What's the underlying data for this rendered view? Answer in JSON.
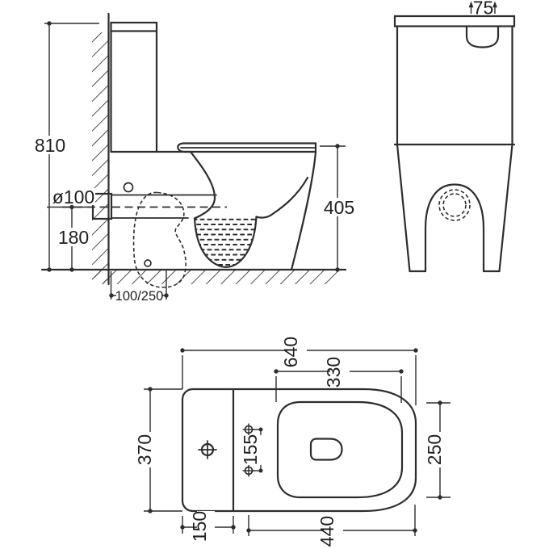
{
  "side_view": {
    "overall_height": "810",
    "outlet_diameter": "ø100",
    "outlet_center_height": "180",
    "outlet_setout": "100/250",
    "rim_height": "405"
  },
  "front_view": {
    "flush_slot_width": "75"
  },
  "plan_view": {
    "overall_length": "640",
    "seat_opening_length": "330",
    "overall_width": "370",
    "seat_opening_width": "250",
    "tank_section_depth": "150",
    "pan_length": "440",
    "fixing_hole_spacing": "155"
  },
  "colors": {
    "line": "#2d2d2d",
    "background": "#ffffff"
  }
}
